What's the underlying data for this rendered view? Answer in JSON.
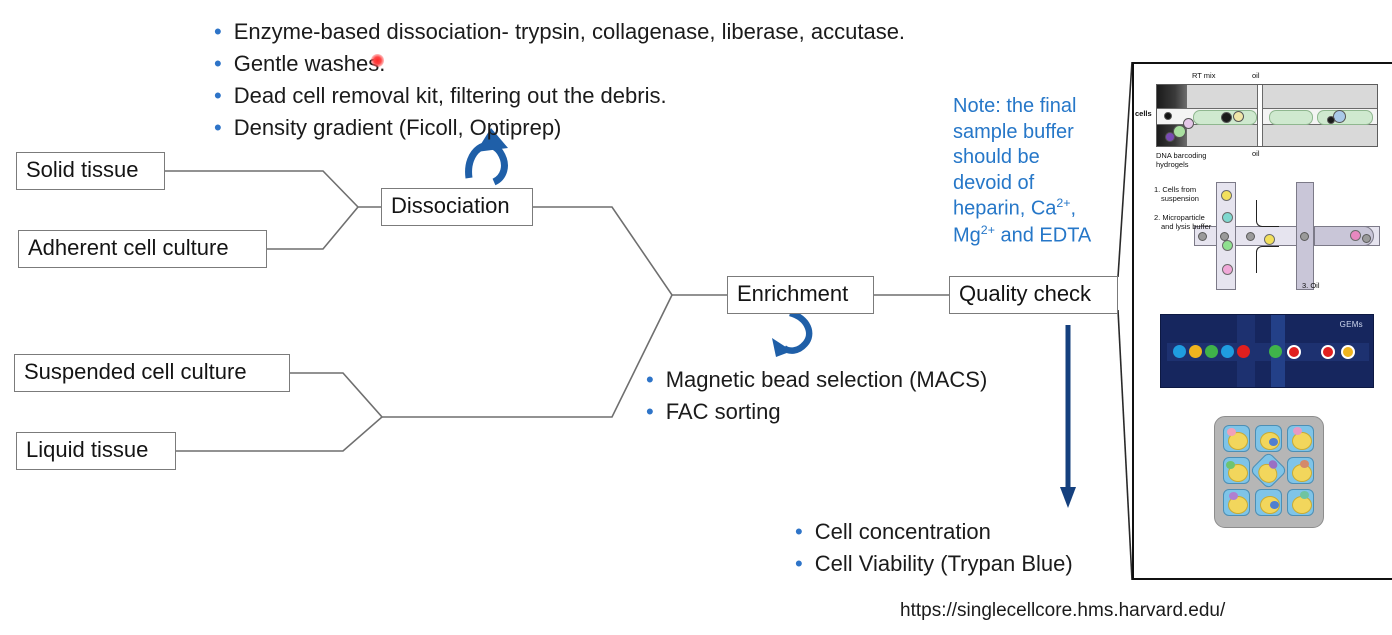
{
  "flow": {
    "boxes": [
      {
        "id": "solid-tissue",
        "label": "Solid tissue"
      },
      {
        "id": "adherent-cell-culture",
        "label": "Adherent cell culture"
      },
      {
        "id": "suspended-cell-culture",
        "label": "Suspended cell culture"
      },
      {
        "id": "liquid-tissue",
        "label": "Liquid tissue"
      },
      {
        "id": "dissociation",
        "label": "Dissociation"
      },
      {
        "id": "enrichment",
        "label": "Enrichment"
      },
      {
        "id": "quality-check",
        "label": "Quality check"
      }
    ]
  },
  "dissociation_methods": {
    "items": [
      "Enzyme-based dissociation- trypsin, collagenase, liberase, accutase.",
      "Gentle washes.",
      "Dead cell removal kit, filtering out the debris.",
      "Density gradient (Ficoll, Optiprep)"
    ]
  },
  "enrichment_methods": {
    "items": [
      "Magnetic bead selection (MACS)",
      "FAC sorting"
    ]
  },
  "quality_metrics": {
    "items": [
      "Cell concentration",
      "Cell Viability (Trypan Blue)"
    ]
  },
  "note": {
    "line1": "Note: the final",
    "line2": "sample buffer",
    "line3": "should be",
    "line4": "devoid of",
    "line5_a": "heparin, Ca",
    "line5_sup": "2+",
    "line5_b": ",",
    "line6_a": "Mg",
    "line6_sup": "2+",
    "line6_b": " and EDTA"
  },
  "source": {
    "url": "https://singlecellcore.hms.harvard.edu/"
  },
  "illustration": {
    "labels": {
      "rt_mix": "RT mix",
      "oil_top": "oil",
      "oil_bottom": "oil",
      "cells": "cells",
      "hydrogels_l1": "DNA barcoding",
      "hydrogels_l2": "hydrogels",
      "step1_l1": "1. Cells from",
      "step1_l2": "suspension",
      "step2_l1": "2. Microparticle",
      "step2_l2": "and lysis buffer",
      "step3": "3. Oil",
      "gems": "GEMs"
    }
  },
  "colors": {
    "accent_blue": "#2e74c8",
    "note_blue": "#2677c8",
    "arrow_blue": "#1f5fa8",
    "box_border": "#7b7b7b",
    "connector": "#6f6f6f",
    "laser_red": "#ff2a2a",
    "gems_panel": "#16265e"
  }
}
